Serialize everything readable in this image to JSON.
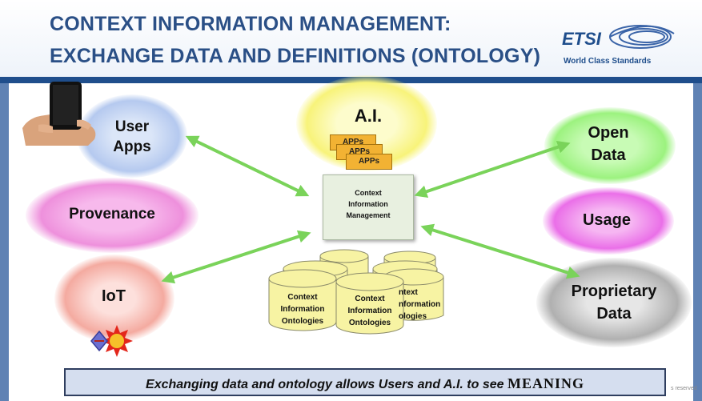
{
  "header": {
    "title_line1": "CONTEXT INFORMATION MANAGEMENT:",
    "title_line2": "EXCHANGE DATA AND DEFINITIONS (ONTOLOGY)",
    "logo_text": "ETSI",
    "logo_tagline": "World Class Standards"
  },
  "clouds": {
    "user_apps": {
      "line1": "User",
      "line2": "Apps",
      "color": "#7f9fd9"
    },
    "provenance": {
      "label": "Provenance",
      "color": "#e982d8"
    },
    "iot": {
      "label": "IoT",
      "color": "#f19b8b"
    },
    "ai": {
      "label": "A.I.",
      "color": "#f7f270"
    },
    "open_data": {
      "line1": "Open",
      "line2": "Data",
      "color": "#8df36b"
    },
    "usage": {
      "label": "Usage",
      "color": "#e75ee6"
    },
    "proprietary": {
      "line1": "Proprietary",
      "line2": "Data",
      "color": "#9a9a9a"
    }
  },
  "apps": [
    "APPs",
    "APPs",
    "APPs"
  ],
  "center_box": {
    "line1": "Context",
    "line2": "Information",
    "line3": "Management"
  },
  "ontology": {
    "line1": "Context",
    "line2": "Information",
    "line3": "Ontologies",
    "partial1": "ntext",
    "partial2": "nformation",
    "partial3": "ologies"
  },
  "banner": {
    "text": "Exchanging data and ontology allows Users and A.I. to see ",
    "emphasis": "MEANING"
  },
  "footnote": "s reserved",
  "colors": {
    "arrow": "#7ad35a",
    "title": "#2a4f86",
    "band": "#1f4e8c"
  }
}
